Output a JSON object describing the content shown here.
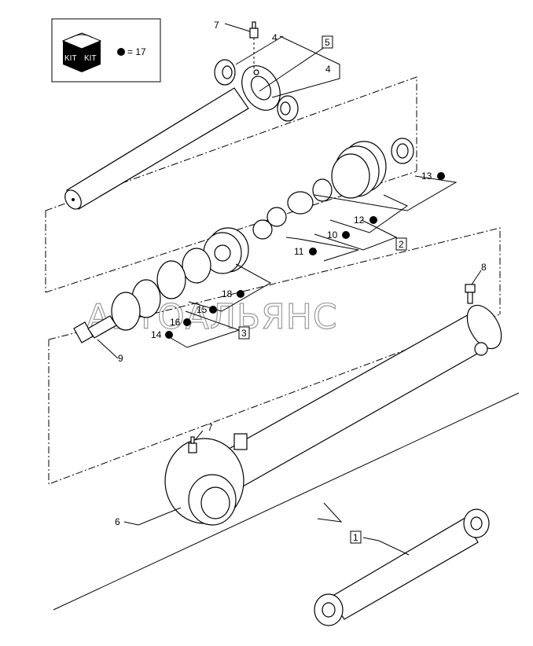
{
  "kit": {
    "icon_text_1": "KIT",
    "icon_text_2": "KIT",
    "legend": "= 17"
  },
  "watermark": "АВТОАЛЬЯНС",
  "callouts": {
    "n1": "1",
    "n2": "2",
    "n3": "3",
    "n4a": "4",
    "n4b": "4",
    "n5": "5",
    "n6": "6",
    "n7a": "7",
    "n7b": "7",
    "n8": "8",
    "n9": "9",
    "n10": "10",
    "n11": "11",
    "n12": "12",
    "n13": "13",
    "n14": "14",
    "n15": "15",
    "n16": "16",
    "n18": "18"
  }
}
